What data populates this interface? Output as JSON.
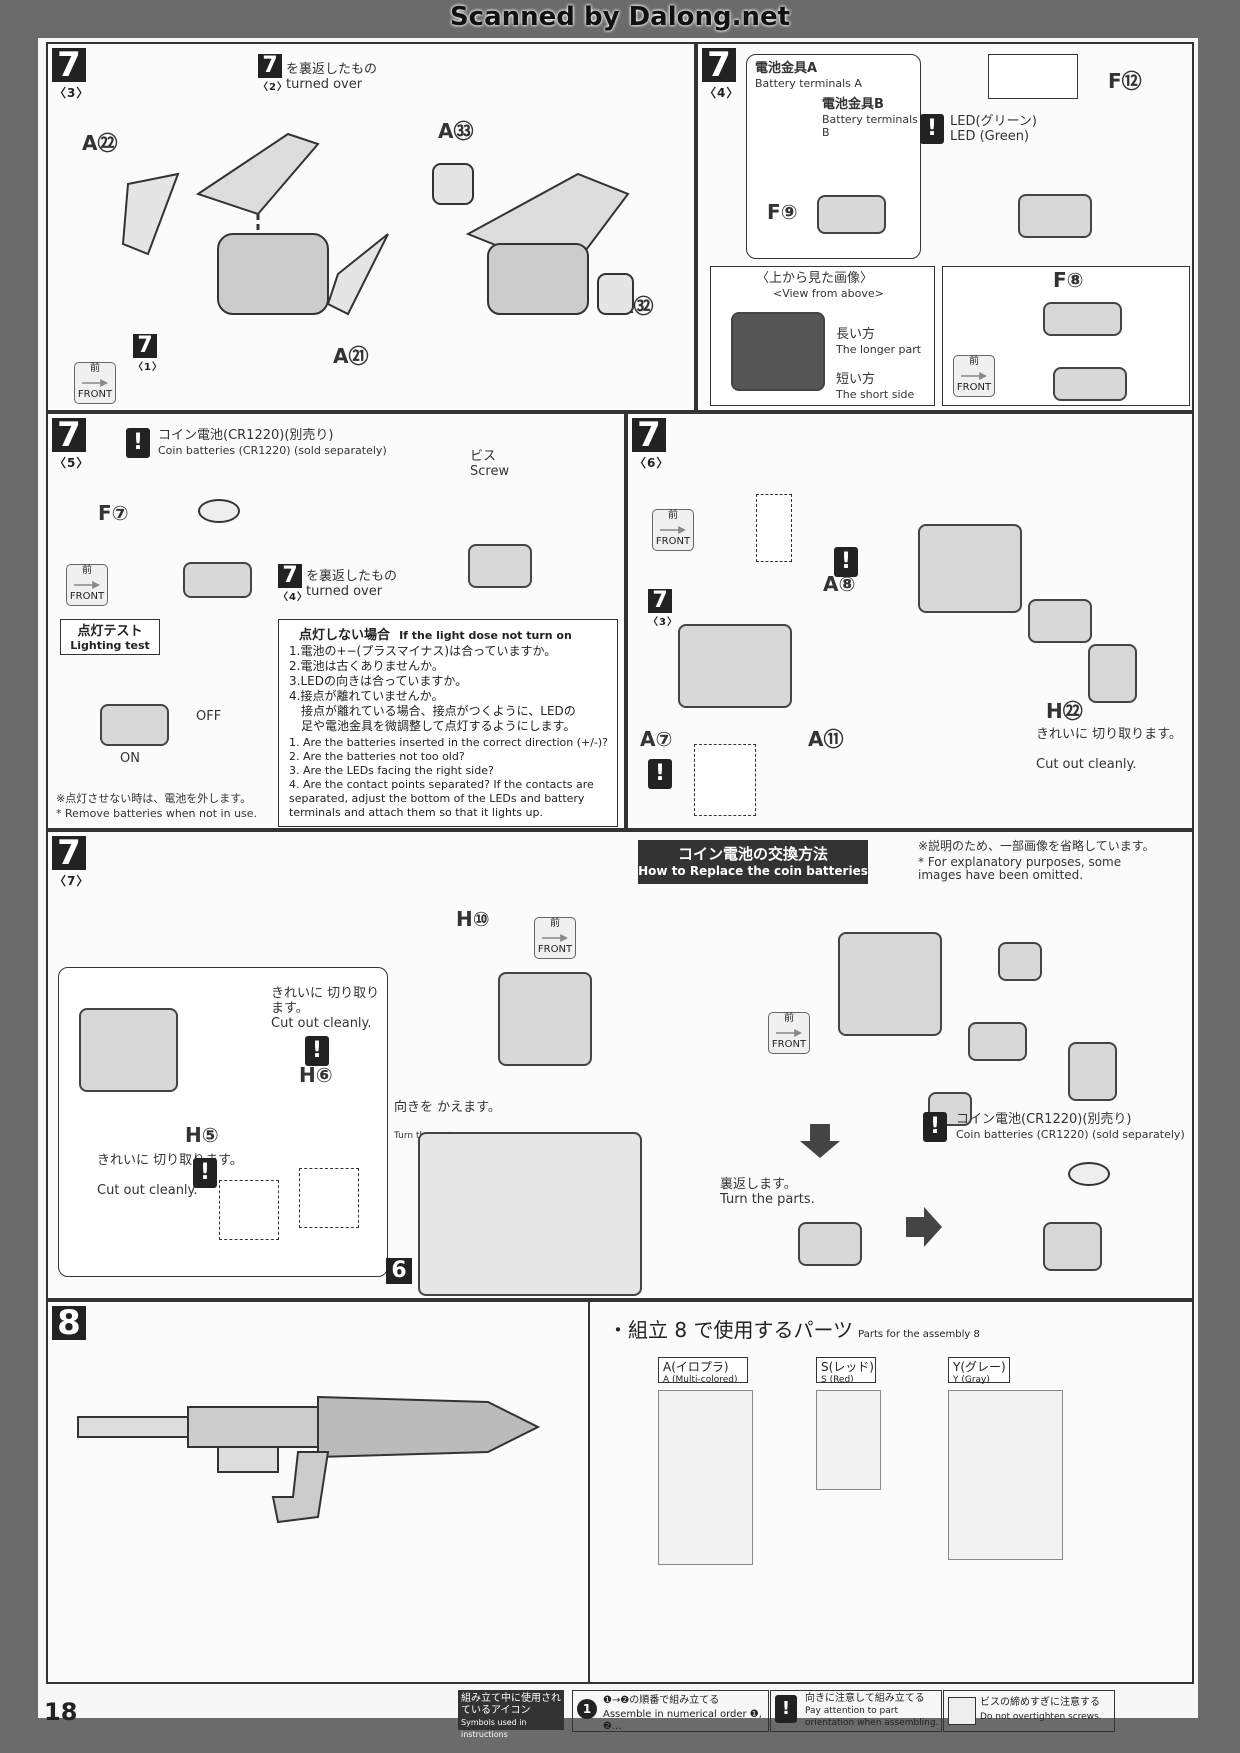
{
  "watermark": "Scanned by Dalong.net",
  "common": {
    "front_jp": "前",
    "front_en": "FRONT",
    "warn_mark": "!"
  },
  "step73": {
    "step": "7",
    "sub": "〈3〉",
    "ref_step": "7",
    "ref_sub": "〈2〉",
    "ref_sub2": "〈1〉",
    "turned_jp": "を裏返したもの",
    "turned_en": "turned over",
    "a22": "A㉒",
    "a21": "A㉑",
    "a33": "A㉝",
    "a32": "A㉜"
  },
  "step74": {
    "step": "7",
    "sub": "〈4〉",
    "terminal_a_jp": "電池金具A",
    "terminal_a_en": "Battery terminals A",
    "terminal_b_jp": "電池金具B",
    "terminal_b_en": "Battery terminals B",
    "f9": "F⑨",
    "led_jp": "LED(グリーン)",
    "led_en": "LED (Green)",
    "f12": "F⑫",
    "view_jp": "〈上から見た画像〉",
    "view_en": "<View from above>",
    "longer_jp": "長い方",
    "longer_en": "The longer part",
    "short_jp": "短い方",
    "short_en": "The short side",
    "f8": "F⑧"
  },
  "step75": {
    "step": "7",
    "sub": "〈5〉",
    "coin_jp": "コイン電池(CR1220)(別売り)",
    "coin_en": "Coin batteries (CR1220) (sold separately)",
    "f7": "F⑦",
    "ref_step": "7",
    "ref_sub": "〈4〉",
    "turned_jp": "を裏返したもの",
    "turned_en": "turned over",
    "screw_jp": "ビス",
    "screw_en": "Screw",
    "test_jp": "点灯テスト",
    "test_en": "Lighting test",
    "off": "OFF",
    "on": "ON",
    "remove_jp": "※点灯させない時は、電池を外します。",
    "remove_en": "* Remove batteries when not in use.",
    "trouble_title_jp": "点灯しない場合",
    "trouble_title_en": "If the light dose not turn on",
    "trouble_jp": [
      "1.電池の+−(プラスマイナス)は合っていますか。",
      "2.電池は古くありませんか。",
      "3.LEDの向きは合っていますか。",
      "4.接点が離れていませんか。",
      "接点が離れている場合、接点がつくように、LEDの",
      "足や電池金具を微調整して点灯するようにします。"
    ],
    "trouble_en": [
      "1. Are the batteries inserted in the correct direction (+/-)?",
      "2. Are the batteries not too old?",
      "3. Are the LEDs facing the right side?",
      "4. Are the contact points separated? If the contacts are separated, adjust the bottom of the LEDs and battery terminals and attach them so that it lights up."
    ]
  },
  "step76": {
    "step": "7",
    "sub": "〈6〉",
    "ref_step": "7",
    "ref_sub": "〈3〉",
    "a8": "A⑧",
    "a7": "A⑦",
    "a11": "A⑪",
    "h22": "H㉒",
    "cut_jp": "きれいに 切り取ります。",
    "cut_en": "Cut out cleanly."
  },
  "step77": {
    "step": "7",
    "sub": "〈7〉",
    "h10": "H⑩",
    "h6": "H⑥",
    "h5": "H⑤",
    "step6": "6",
    "cut_jp": "きれいに 切り取ります。",
    "cut_en": "Cut out cleanly.",
    "turn_jp": "向きを かえます。",
    "turn_en": "Turn the part.",
    "replace_jp": "コイン電池の交換方法",
    "replace_en": "How to Replace the coin batteries",
    "omit_jp": "※説明のため、一部画像を省略しています。",
    "omit_en": "* For explanatory purposes, some images have been omitted.",
    "turn_parts_jp": "裏返します。",
    "turn_parts_en": "Turn the parts.",
    "coin_jp": "コイン電池(CR1220)(別売り)",
    "coin_en": "Coin batteries (CR1220) (sold separately)"
  },
  "step8": {
    "step": "8",
    "parts_title_jp": "・組立 8 で使用するパーツ",
    "parts_title_en": "Parts for the assembly 8",
    "runner_a_jp": "A(イロプラ)",
    "runner_a_en": "A (Multi-colored)",
    "runner_s_jp": "S(レッド)",
    "runner_s_en": "S (Red)",
    "runner_y_jp": "Y(グレー)",
    "runner_y_en": "Y (Gray)"
  },
  "footer": {
    "page": "18",
    "legend_jp": "組み立て中に使用されているアイコン",
    "legend_en": "Symbols used in instructions",
    "order_icon": "1",
    "order_jp": "❶→❷の順番で組み立てる",
    "order_en": "Assemble in numerical order ❶, ❷...",
    "orient_jp": "向きに注意して組み立てる",
    "orient_en": "Pay attention to part orientation when assembling.",
    "screw_jp": "ビスの締めすぎに注意する",
    "screw_en": "Do not overtighten screws."
  }
}
